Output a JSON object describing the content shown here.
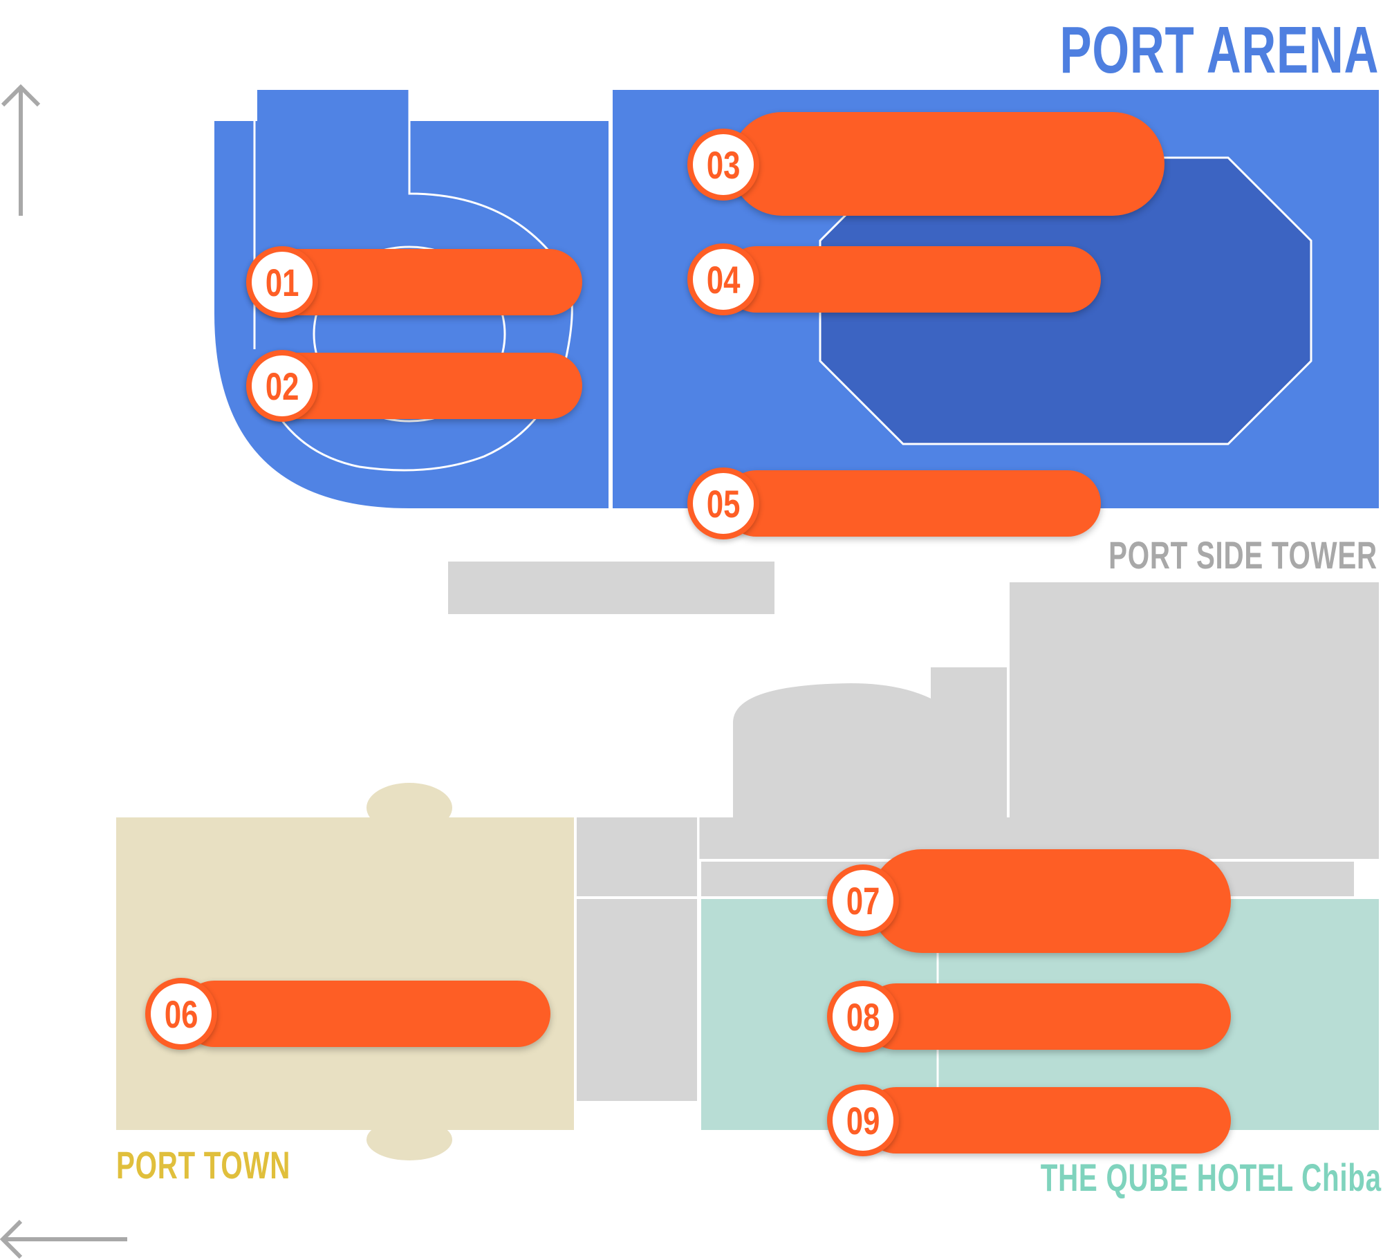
{
  "areas": {
    "port_arena": {
      "label": "PORT ARENA",
      "color": "#4e7fe0"
    },
    "port_side_tower": {
      "label": "PORT SIDE TOWER",
      "color": "#a8a8a8"
    },
    "port_town": {
      "label": "PORT TOWN",
      "color": "#e0bf3c"
    },
    "qube_hotel": {
      "label": "THE QUBE HOTEL Chiba",
      "color": "#7fd3bd"
    }
  },
  "markers": [
    {
      "number": "01"
    },
    {
      "number": "02"
    },
    {
      "number": "03"
    },
    {
      "number": "04"
    },
    {
      "number": "05"
    },
    {
      "number": "06"
    },
    {
      "number": "07"
    },
    {
      "number": "08"
    },
    {
      "number": "09"
    }
  ],
  "colors": {
    "marker": "#fe5e25",
    "arena_fill": "#5083e4",
    "arena_court": "#3c64c2",
    "building_gray": "#d5d5d5",
    "town_fill": "#e8e0c2",
    "hotel_fill": "#b8ddd5",
    "arrow": "#a8a8a8"
  },
  "icons": {
    "north_arrow": "arrow-up-icon",
    "west_arrow": "arrow-left-icon"
  }
}
